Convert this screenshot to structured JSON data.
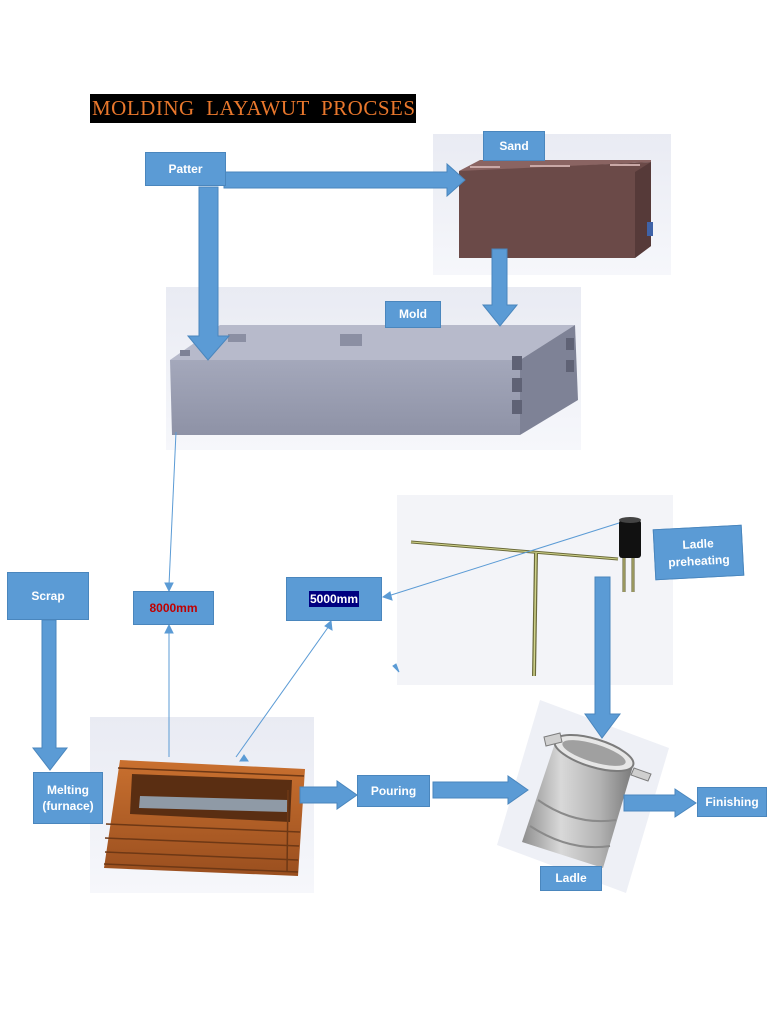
{
  "title": "MOLDING  LAYAWUT  PROCSES",
  "labels": {
    "patter": "Patter",
    "sand": "Sand",
    "mold": "Mold",
    "scrap": "Scrap",
    "dim_8000": "8000mm",
    "dim_5000": "5000mm",
    "ladle_preheating": "Ladle\npreheating",
    "melting": "Melting\n(furnace)",
    "pouring": "Pouring",
    "ladle": "Ladle",
    "finishing": "Finishing"
  },
  "colors": {
    "label_box": "#5b9bd5",
    "arrow": "#5b9bd5",
    "title_bg": "#000000",
    "title_text": "#e8772c",
    "dim_8000_text": "#c00000",
    "dim_5000_highlight": "#000080",
    "sand_block": "#6b4a48",
    "mold_box": "#9a9eb2",
    "furnace_wood": "#b8612a"
  }
}
